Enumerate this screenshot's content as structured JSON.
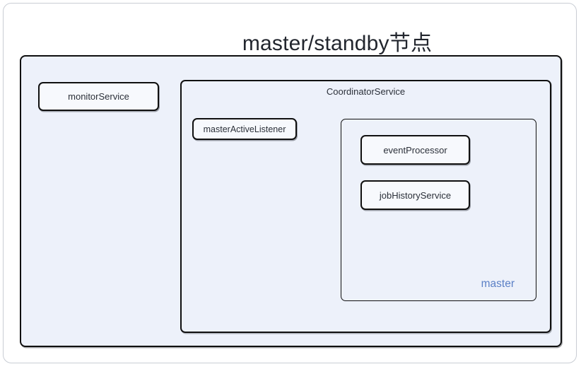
{
  "title": "master/standby节点",
  "colors": {
    "container_background": "#edf1fa",
    "leaf_background": "#f7f9fd",
    "box_border": "#101010",
    "outer_frame_border": "#c9cdd4",
    "label_text": "#2b3039",
    "title_text": "#22262e",
    "master_label_text": "#5b80c6"
  },
  "diagram": {
    "monitor_service_label": "monitorService",
    "coordinator": {
      "label": "CoordinatorService",
      "master_active_listener_label": "masterActiveListener",
      "master_group": {
        "event_processor_label": "eventProcessor",
        "job_history_service_label": "jobHistoryService",
        "group_label": "master"
      }
    }
  }
}
